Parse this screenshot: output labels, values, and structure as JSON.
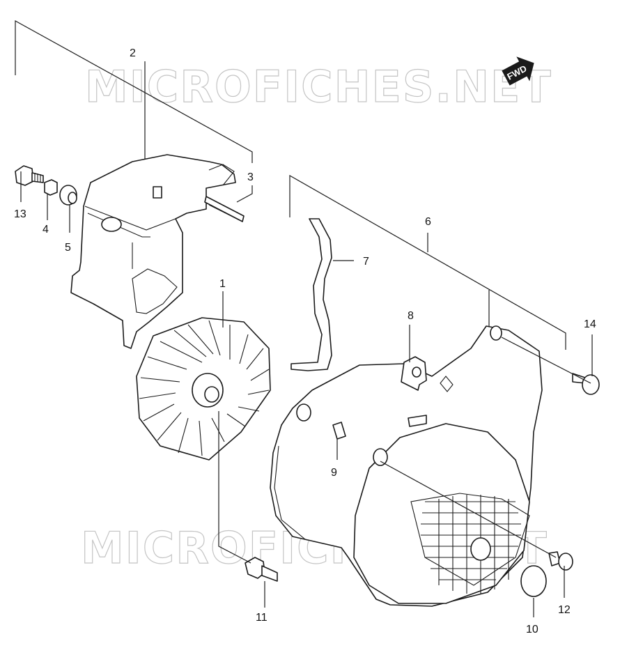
{
  "watermark": {
    "text_top": "MICROFICHES.NET",
    "text_bottom": "MICROFICHES.NET"
  },
  "direction_badge": {
    "label": "FWD",
    "icon": "forward-arrow-icon"
  },
  "callouts": {
    "c1": "1",
    "c2": "2",
    "c3": "3",
    "c4": "4",
    "c5": "5",
    "c6": "6",
    "c7": "7",
    "c8": "8",
    "c9": "9",
    "c10": "10",
    "c11": "11",
    "c12": "12",
    "c13": "13",
    "c14": "14"
  }
}
